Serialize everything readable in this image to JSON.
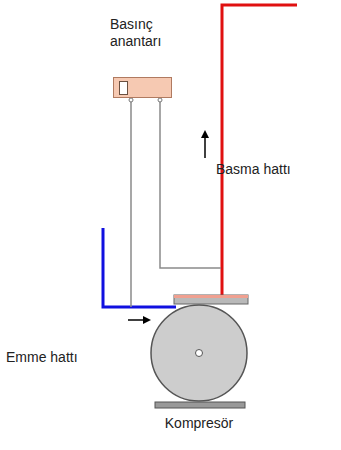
{
  "diagram": {
    "nodes": [
      {
        "text": [
          "Basınç anantarı"
        ]
      },
      {
        "text": [
          "Kompresör"
        ]
      }
    ],
    "labels": [
      "Basma hattı",
      "Emme hattı"
    ]
  }
}
